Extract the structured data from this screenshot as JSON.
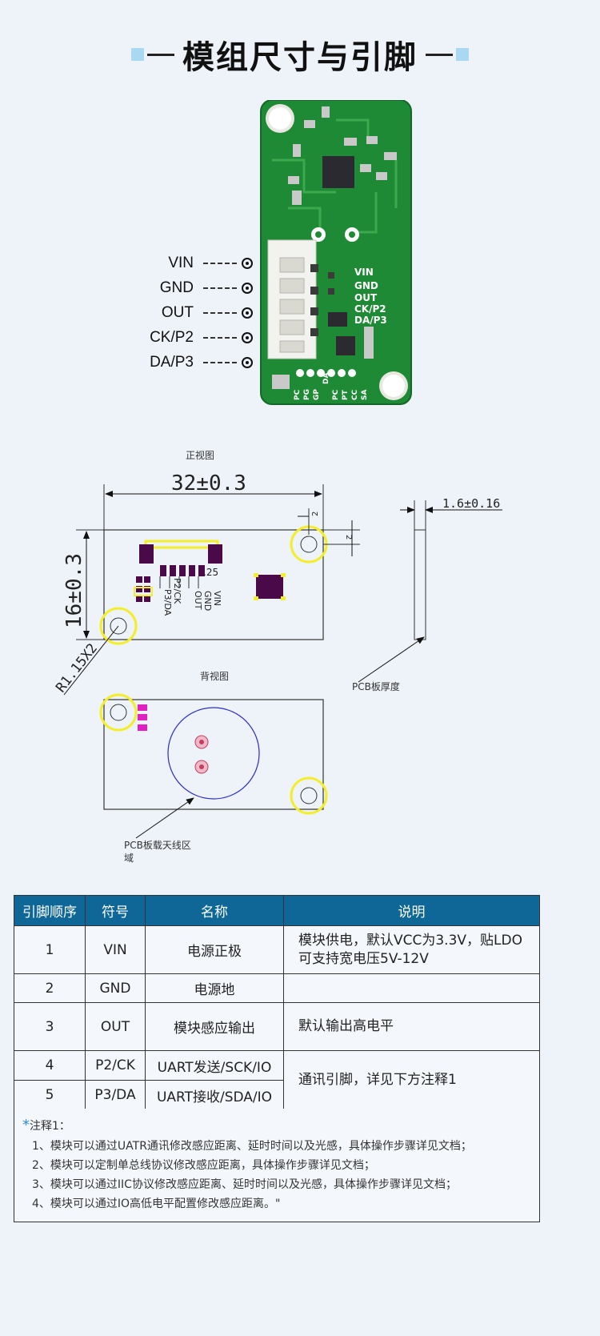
{
  "header": {
    "title": "模组尺寸与引脚"
  },
  "board": {
    "pin_labels": [
      "VIN",
      "GND",
      "OUT",
      "CK/P2",
      "DA/P3"
    ],
    "silk_labels": [
      "VIN",
      "GND",
      "OUT",
      "CK/P2",
      "DA/P3"
    ],
    "bottom_silk": [
      "PC",
      "PG",
      "GP",
      "DA",
      "PC",
      "PT",
      "CC",
      "SA"
    ]
  },
  "drawing": {
    "front_caption": "正视图",
    "width_dim": "32±0.3",
    "height_dim": "16±0.3",
    "hole_dim_h": "2",
    "hole_dim_v": "2",
    "pitch_dim": ".25",
    "radius_dim": "R1.15X2",
    "thickness_dim": "1.6±0.16",
    "thickness_caption": "PCB板厚度",
    "front_pin_labels": [
      "VIN",
      "GND",
      "OUT",
      "P2/CK",
      "P3/DA"
    ],
    "back_caption": "背视图",
    "antenna_caption_line1": "PCB板载天线区",
    "antenna_caption_line2": "域"
  },
  "table": {
    "headers": [
      "引脚顺序",
      "符号",
      "名称",
      "说明"
    ],
    "rows": [
      {
        "no": "1",
        "sym": "VIN",
        "name": "电源正极",
        "desc1": "模块供电，默认VCC为3.3V，贴LDO",
        "desc2": "可支持宽电压5V-12V"
      },
      {
        "no": "2",
        "sym": "GND",
        "name": "电源地",
        "desc1": ""
      },
      {
        "no": "3",
        "sym": "OUT",
        "name": "模块感应输出",
        "desc1": "默认输出高电平"
      },
      {
        "no": "4",
        "sym": "P2/CK",
        "name": "UART发送/SCK/IO",
        "desc1": "通讯引脚，详见下方注释1"
      },
      {
        "no": "5",
        "sym": "P3/DA",
        "name": "UART接收/SDA/IO"
      }
    ]
  },
  "notes": {
    "star": "*",
    "title": "注释1：",
    "lines": [
      "1、模块可以通过UATR通讯修改感应距离、延时时间以及光感，具体操作步骤详见文档；",
      "2、模块可以定制单总线协议修改感应距离，具体操作步骤详见文档；",
      "3、模块可以通过IIC协议修改感应距离、延时时间以及光感，具体操作步骤详见文档；",
      "4、模块可以通过IO高低电平配置修改感应距离。\""
    ]
  },
  "colors": {
    "pcb": "#1f8a36",
    "header_bg": "#0e6796",
    "highlight": "#f3ee2a",
    "pad": "#4a0a4a",
    "antenna": "#2b2bd0"
  }
}
